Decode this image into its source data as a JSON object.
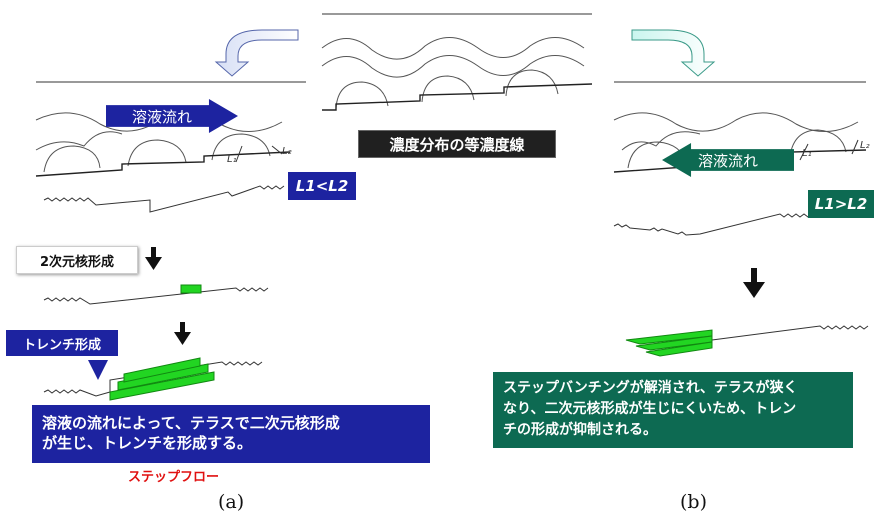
{
  "colors": {
    "navy": "#1d23a0",
    "teal": "#0d6a52",
    "green": "#22d522",
    "red": "#e01010",
    "dark": "#202020"
  },
  "center": {
    "concentration_label": "濃度分布の等濃度線"
  },
  "panel_a": {
    "flow_label": "溶液流れ",
    "L_label": "L1<L2",
    "label_L1": "L₁",
    "label_L2": "L₂",
    "nucleation_label": "2次元核形成",
    "trench_label": "トレンチ形成",
    "result_text_line1": "溶液の流れによって、テラスで二次元核形成",
    "result_text_line2": "が生じ、トレンチを形成する。",
    "step_flow": "ステップフロー",
    "caption": "(a)"
  },
  "panel_b": {
    "flow_label": "溶液流れ",
    "L_label": "L1>L2",
    "label_L1": "L₁",
    "label_L2": "L₂",
    "result_text_line1": "ステップバンチングが解消され、テラスが狭く",
    "result_text_line2": "なり、二次元核形成が生じにくいため、トレン",
    "result_text_line3": "チの形成が抑制される。",
    "caption": "(b)"
  }
}
